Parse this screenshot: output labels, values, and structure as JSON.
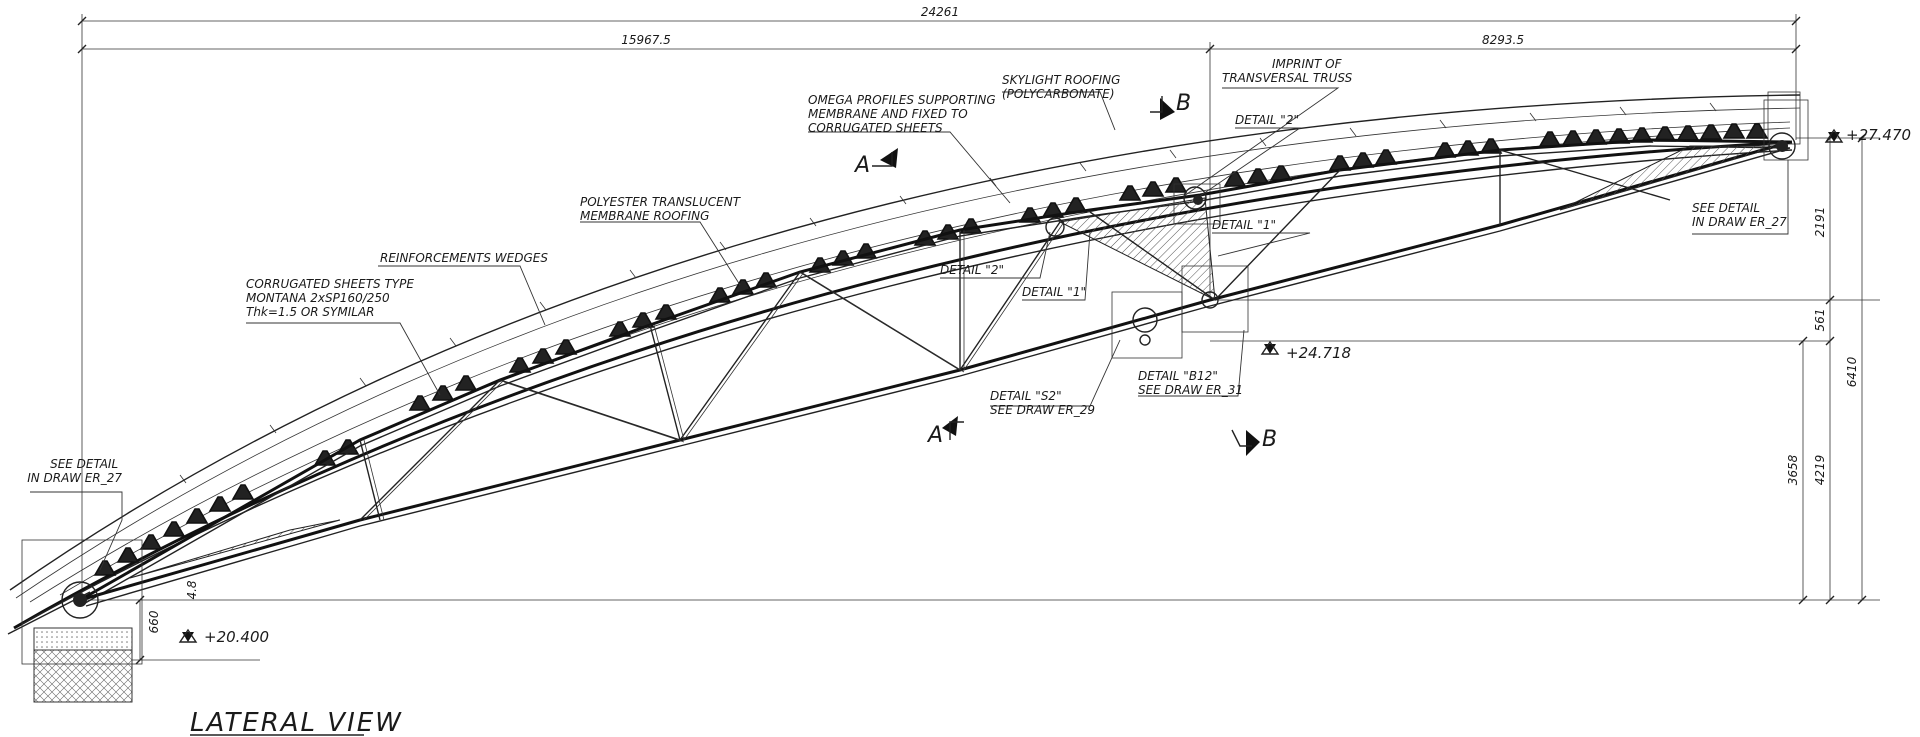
{
  "dimensions": {
    "overall": "24261",
    "left_span": "15967.5",
    "right_span": "8293.5",
    "h_2191": "2191",
    "h_561": "561",
    "h_6410": "6410",
    "h_4219": "4219",
    "h_3658": "3658",
    "h_660": "660",
    "h_small": "4.8"
  },
  "elevations": {
    "top": "+27.470",
    "mid": "+24.718",
    "base": "+20.400"
  },
  "annotations": {
    "see_detail_left": [
      "SEE DETAIL",
      "IN DRAW ER_27"
    ],
    "see_detail_right": [
      "SEE DETAIL",
      "IN DRAW ER_27"
    ],
    "corrugated": [
      "CORRUGATED SHEETS TYPE",
      "MONTANA 2xSP160/250",
      "Thk=1.5  OR  SYMILAR"
    ],
    "reinforcements": "REINFORCEMENTS WEDGES",
    "polyester": [
      "POLYESTER TRANSLUCENT",
      "MEMBRANE ROOFING"
    ],
    "omega": [
      "OMEGA PROFILES SUPPORTING",
      "MEMBRANE AND FIXED TO",
      "CORRUGATED SHEETS"
    ],
    "skylight": [
      "SKYLIGHT ROOFING",
      "(POLYCARBONATE)"
    ],
    "imprint": [
      "IMPRINT OF",
      "TRANSVERSAL TRUSS"
    ],
    "detail_2_top": "DETAIL \"2\"",
    "detail_2_mid": "DETAIL \"2\"",
    "detail_1_right": "DETAIL \"1\"",
    "detail_1_mid": "DETAIL \"1\"",
    "detail_s2": [
      "DETAIL \"S2\"",
      "SEE DRAW ER_29"
    ],
    "detail_b12": [
      "DETAIL \"B12\"",
      "SEE DRAW ER_31"
    ]
  },
  "section_marks": {
    "a": "A",
    "b": "B"
  },
  "title": "LATERAL VIEW"
}
